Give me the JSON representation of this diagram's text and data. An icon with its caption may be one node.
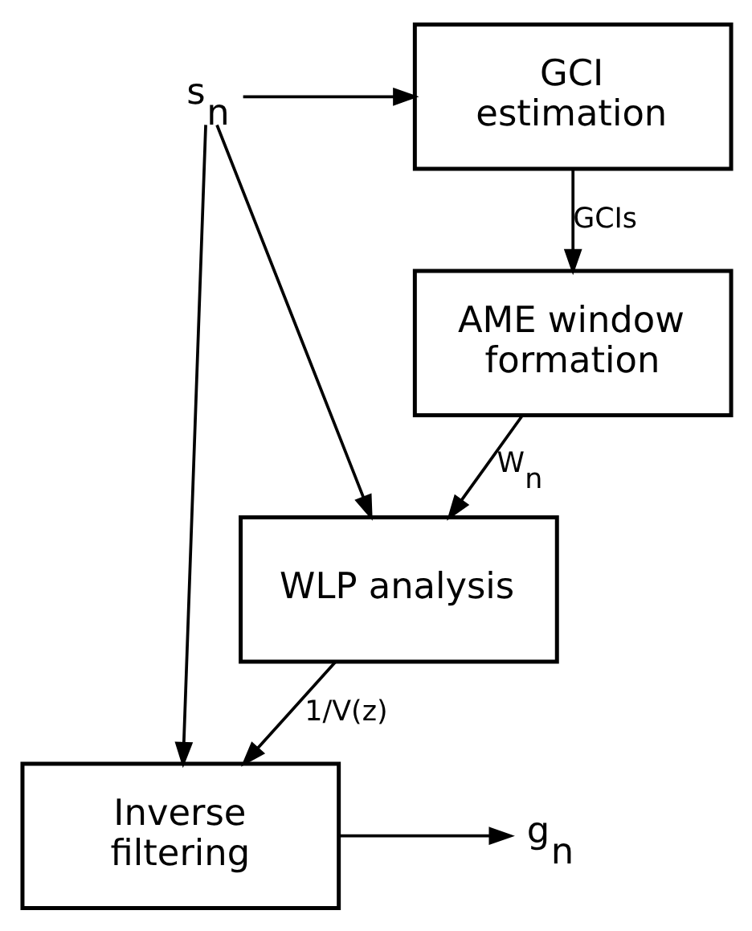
{
  "diagram": {
    "nodes": [
      {
        "text": [
          "s$_{n}$"
        ]
      },
      {
        "text": [
          "GCI estimation"
        ]
      },
      {
        "text": [
          "AME window formation"
        ]
      },
      {
        "text": [
          "WLP analysis"
        ]
      },
      {
        "text": [
          "Inverse filtering"
        ]
      },
      {
        "text": [
          "g$_{n}$"
        ]
      }
    ],
    "edges": [
      {
        "from": 0,
        "to": 1,
        "arrow": "to"
      },
      {
        "from": 1,
        "to": 2,
        "arrow": "to",
        "label": "GCIs"
      },
      {
        "from": 2,
        "to": 3,
        "arrow": "to",
        "label": "W$_{n}$"
      },
      {
        "from": 0,
        "to": 3,
        "arrow": "to"
      },
      {
        "from": 3,
        "to": 4,
        "arrow": "to",
        "label": "1/V(z)"
      },
      {
        "from": 0,
        "to": 4,
        "arrow": "to"
      },
      {
        "from": 4,
        "to": 5,
        "arrow": "to"
      }
    ]
  }
}
